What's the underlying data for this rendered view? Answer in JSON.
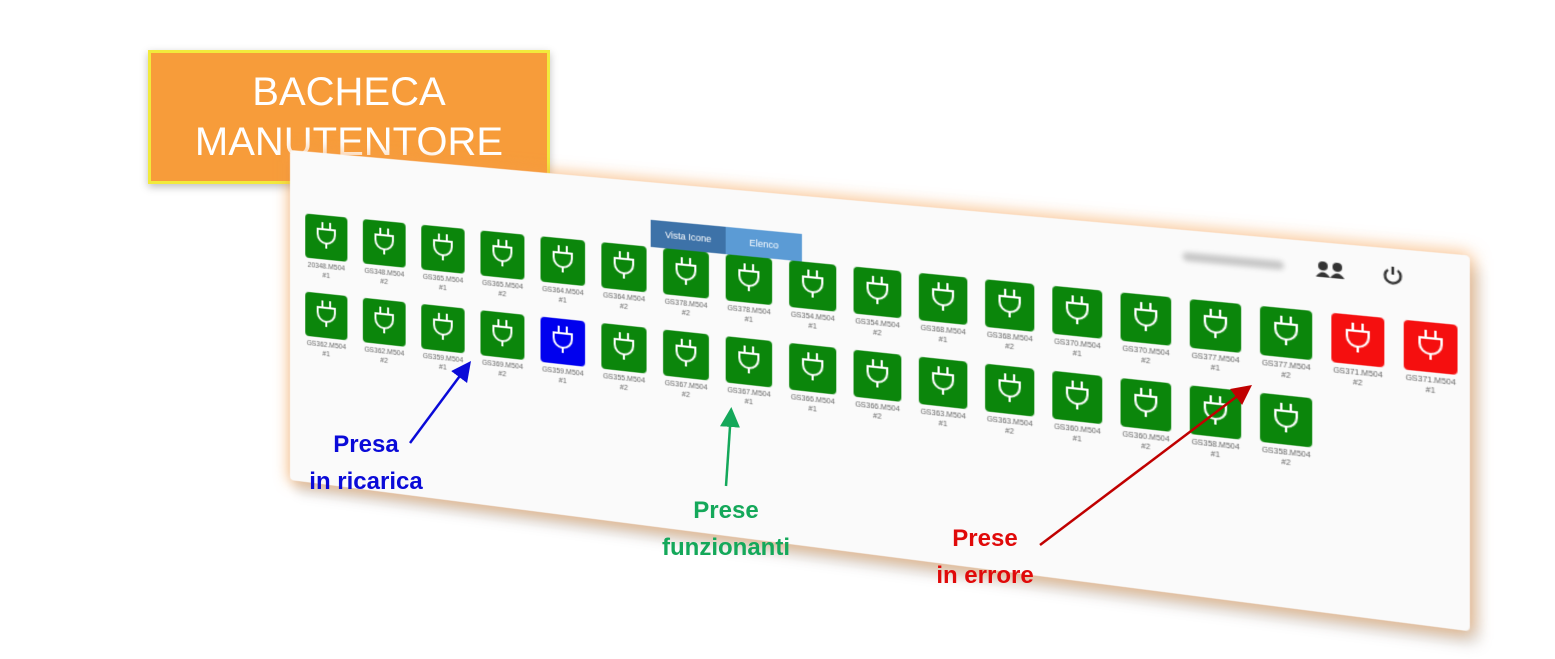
{
  "banner": {
    "line1": "BACHECA",
    "line2": "MANUTENTORE"
  },
  "header": {
    "user_icon": "users-icon",
    "power_icon": "power-icon",
    "view_toggle": {
      "icons_label": "Vista Icone",
      "list_label": "Elenco"
    }
  },
  "colors": {
    "working": "#0b860b",
    "charging": "#0000ee",
    "error": "#f50f0f",
    "banner": "#f79c3a"
  },
  "row1": [
    {
      "id": "20348.M504",
      "n": "#1",
      "s": "working"
    },
    {
      "id": "GS348.M504",
      "n": "#2",
      "s": "working"
    },
    {
      "id": "GS365.M504",
      "n": "#1",
      "s": "working"
    },
    {
      "id": "GS365.M504",
      "n": "#2",
      "s": "working"
    },
    {
      "id": "GS364.M504",
      "n": "#1",
      "s": "working"
    },
    {
      "id": "GS364.M504",
      "n": "#2",
      "s": "working"
    },
    {
      "id": "GS378.M504",
      "n": "#2",
      "s": "working"
    },
    {
      "id": "GS378.M504",
      "n": "#1",
      "s": "working"
    },
    {
      "id": "GS354.M504",
      "n": "#1",
      "s": "working"
    },
    {
      "id": "GS354.M504",
      "n": "#2",
      "s": "working"
    },
    {
      "id": "GS368.M504",
      "n": "#1",
      "s": "working"
    },
    {
      "id": "GS368.M504",
      "n": "#2",
      "s": "working"
    },
    {
      "id": "GS370.M504",
      "n": "#1",
      "s": "working"
    },
    {
      "id": "GS370.M504",
      "n": "#2",
      "s": "working"
    },
    {
      "id": "GS377.M504",
      "n": "#1",
      "s": "working"
    },
    {
      "id": "GS377.M504",
      "n": "#2",
      "s": "working"
    },
    {
      "id": "GS371.M504",
      "n": "#2",
      "s": "error"
    },
    {
      "id": "GS371.M504",
      "n": "#1",
      "s": "error"
    }
  ],
  "row2": [
    {
      "id": "GS362.M504",
      "n": "#1",
      "s": "working"
    },
    {
      "id": "GS362.M504",
      "n": "#2",
      "s": "working"
    },
    {
      "id": "GS359.M504",
      "n": "#1",
      "s": "working"
    },
    {
      "id": "GS369.M504",
      "n": "#2",
      "s": "working"
    },
    {
      "id": "GS359.M504",
      "n": "#1",
      "s": "charging"
    },
    {
      "id": "GS355.M504",
      "n": "#2",
      "s": "working"
    },
    {
      "id": "GS367.M504",
      "n": "#2",
      "s": "working"
    },
    {
      "id": "GS367.M504",
      "n": "#1",
      "s": "working"
    },
    {
      "id": "GS366.M504",
      "n": "#1",
      "s": "working"
    },
    {
      "id": "GS366.M504",
      "n": "#2",
      "s": "working"
    },
    {
      "id": "GS363.M504",
      "n": "#1",
      "s": "working"
    },
    {
      "id": "GS363.M504",
      "n": "#2",
      "s": "working"
    },
    {
      "id": "GS360.M504",
      "n": "#1",
      "s": "working"
    },
    {
      "id": "GS360.M504",
      "n": "#2",
      "s": "working"
    },
    {
      "id": "GS358.M504",
      "n": "#1",
      "s": "working"
    },
    {
      "id": "GS358.M504",
      "n": "#2",
      "s": "working"
    }
  ],
  "annotations": {
    "charging": {
      "line1": "Presa",
      "line2": "in ricarica"
    },
    "working": {
      "line1": "Prese",
      "line2": "funzionanti"
    },
    "error": {
      "line1": "Prese",
      "line2": "in errore"
    }
  },
  "socket_icon": "plug-icon"
}
